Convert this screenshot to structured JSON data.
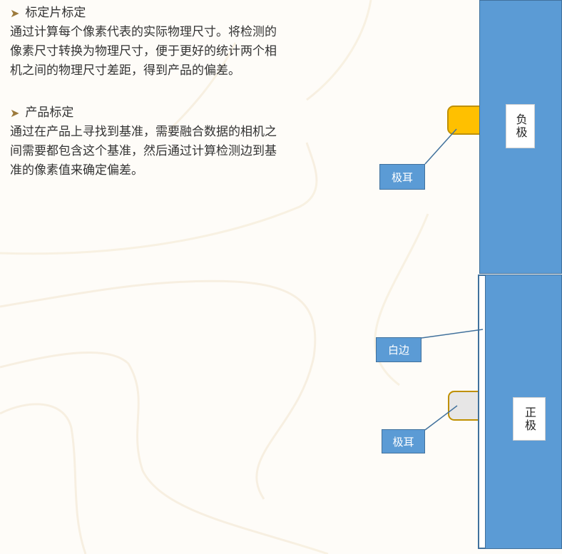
{
  "sections": [
    {
      "title": "标定片标定",
      "lines": [
        "通过计算每个像素代表的实际物理尺寸。将检测的",
        "像素尺寸转换为物理尺寸，便于更好的统计两个相",
        "机之间的物理尺寸差距，得到产品的偏差。"
      ]
    },
    {
      "title": "产品标定",
      "lines": [
        "通过在产品上寻找到基准，需要融合数据的相机之",
        "间需要都包含这个基准，然后通过计算检测边到基",
        "准的像素值来确定偏差。"
      ]
    }
  ],
  "diagram": {
    "negative_plate_label": "负极",
    "positive_plate_label": "正极",
    "tab_callout_top": "极耳",
    "white_edge_callout": "白边",
    "tab_callout_bottom": "极耳"
  },
  "colors": {
    "plate_blue": "#5b9bd5",
    "plate_border": "#41719c",
    "negative_tab": "#ffc000",
    "positive_tab": "#e7e6e6",
    "tab_border": "#bf9000",
    "bullet_arrow": "#9c7a3c"
  }
}
